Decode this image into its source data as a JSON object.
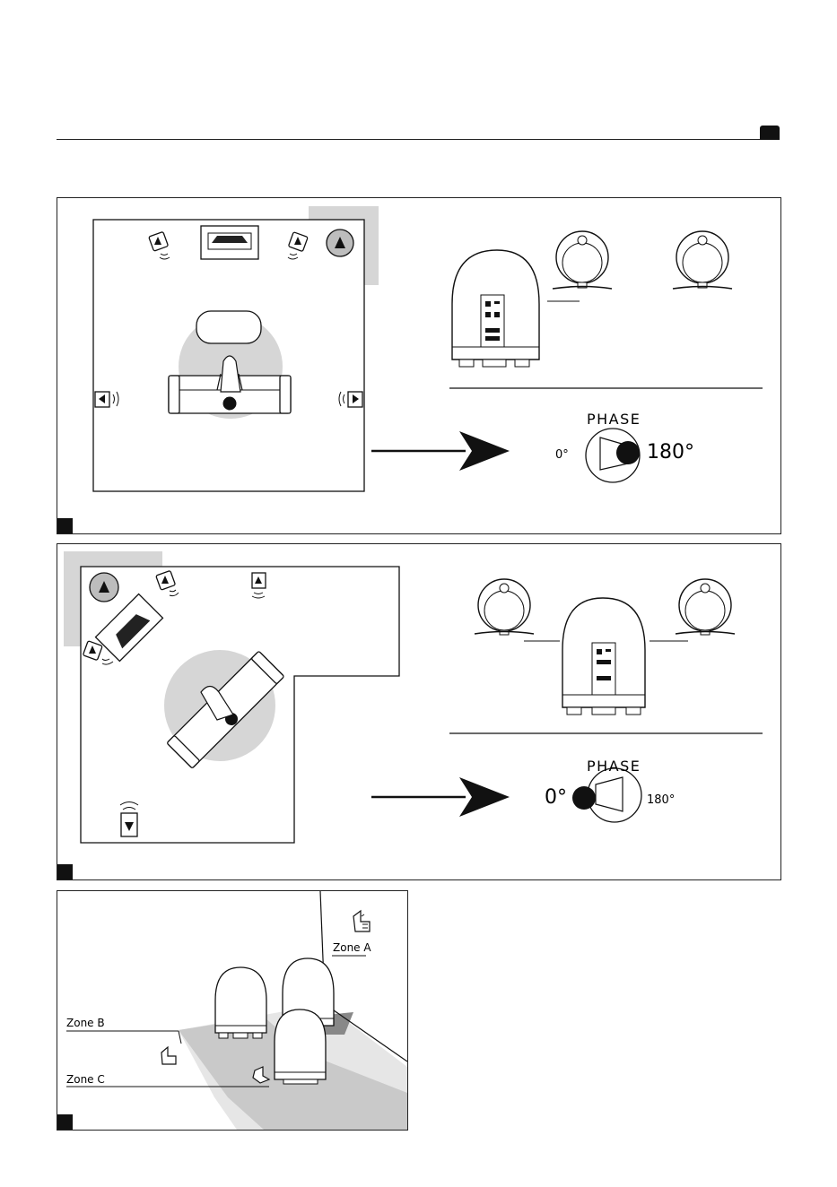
{
  "figure_a": {
    "phase_title": "PHASE",
    "phase_left": "0°",
    "phase_right": "180°",
    "selected": "180°"
  },
  "figure_b": {
    "phase_title": "PHASE",
    "phase_left": "0°",
    "phase_right": "180°",
    "selected": "0°"
  },
  "figure_c": {
    "zone_a": "Zone A",
    "zone_b": "Zone B",
    "zone_c": "Zone C"
  },
  "colors": {
    "shade": "#d6d6d6",
    "shade_dark": "#9a9a9a",
    "ink": "#111111"
  }
}
